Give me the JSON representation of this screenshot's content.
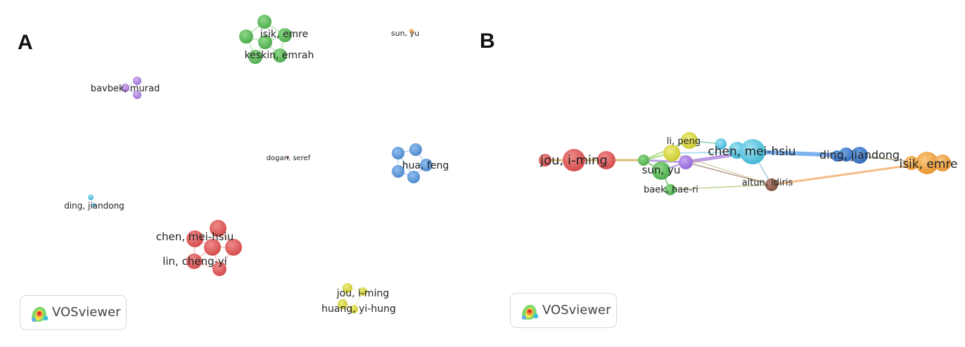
{
  "panels": {
    "a": {
      "label": "A",
      "node_labels": {
        "isik_emre": "isik, emre",
        "keskin_emrah": "keskin, emrah",
        "sun_yu": "sun, yu",
        "bavbek_murad": "bavbek, murad",
        "dogan_seref": "dogan, seref",
        "hua_feng": "hua, feng",
        "ding_jiandong": "ding, jiandong",
        "chen_mei_hsiu": "chen, mei-hsiu",
        "lin_cheng_yi": "lin, cheng-yi",
        "jou_i_ming": "jou, i-ming",
        "huang_yi_hung": "huang, yi-hung"
      }
    },
    "b": {
      "label": "B",
      "node_labels": {
        "jou_i_ming": "jou, i-ming",
        "li_peng": "li, peng",
        "chen_mei_hsiu": "chen, mei-hsiu",
        "ding_jiandong": "ding, jiandong",
        "isik_emre": "isik, emre",
        "sun_yu": "sun, yu",
        "baek_hae_ri": "baek, hae-ri",
        "altun_idiris": "altun, idiris"
      }
    }
  },
  "branding": {
    "badge_text": "VOSviewer"
  },
  "colors": {
    "green": "#5cb85c",
    "purple": "#b083d8",
    "blue": "#5b9bd9",
    "red": "#e05a5a",
    "yellow": "#d6d43a",
    "orange": "#f0a040",
    "cyan": "#4fc3e0",
    "brown": "#8b5a4a",
    "dark_blue": "#3a78c8"
  }
}
